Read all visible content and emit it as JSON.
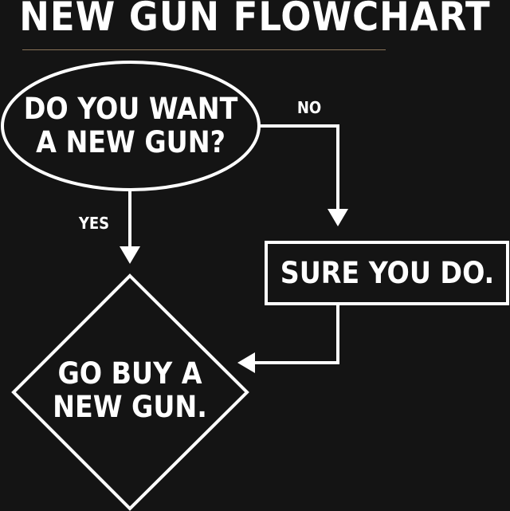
{
  "title": "NEW GUN FLOWCHART",
  "colors": {
    "background": "#141414",
    "foreground": "#ffffff",
    "rule": "#8a7358"
  },
  "nodes": {
    "question": {
      "shape": "ellipse",
      "line1": "DO YOU WANT",
      "line2": "A NEW GUN?"
    },
    "sure": {
      "shape": "rectangle",
      "text": "SURE YOU DO."
    },
    "buy": {
      "shape": "diamond",
      "line1": "GO BUY A",
      "line2": "NEW GUN."
    }
  },
  "edges": {
    "no": {
      "label": "NO",
      "from": "question",
      "to": "sure"
    },
    "yes": {
      "label": "YES",
      "from": "question",
      "to": "buy"
    },
    "loop": {
      "label": "",
      "from": "sure",
      "to": "buy"
    }
  }
}
